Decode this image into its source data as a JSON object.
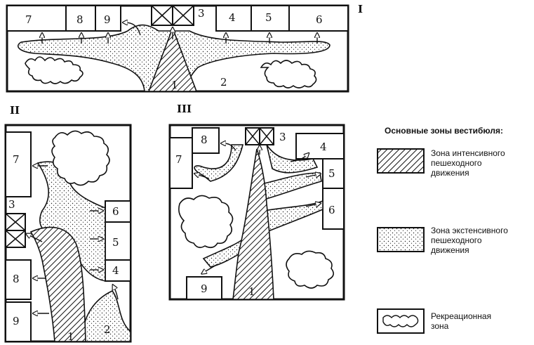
{
  "roman_labels": {
    "plan_1": "I",
    "plan_2": "II",
    "plan_3": "III"
  },
  "plan_1": {
    "r7": "7",
    "r8": "8",
    "r9": "9",
    "r3": "3",
    "r4": "4",
    "r5": "5",
    "r6": "6",
    "e1": "1",
    "e2": "2"
  },
  "plan_2": {
    "r7": "7",
    "r3": "3",
    "r6": "6",
    "r5": "5",
    "r4": "4",
    "r8": "8",
    "r9": "9",
    "e1": "1",
    "e2": "2"
  },
  "plan_3": {
    "r8": "8",
    "r3": "3",
    "r4": "4",
    "r7": "7",
    "r5": "5",
    "r6": "6",
    "r9": "9",
    "e1": "1"
  },
  "legend": {
    "title": "Основные зоны вестибюля:",
    "item1": [
      "Зона интенсивного",
      "пешеходного",
      "движения"
    ],
    "item2": [
      "Зона экстенсивного",
      "пешеходного",
      "движения"
    ],
    "item3": [
      "Рекреационная",
      "зона"
    ]
  }
}
